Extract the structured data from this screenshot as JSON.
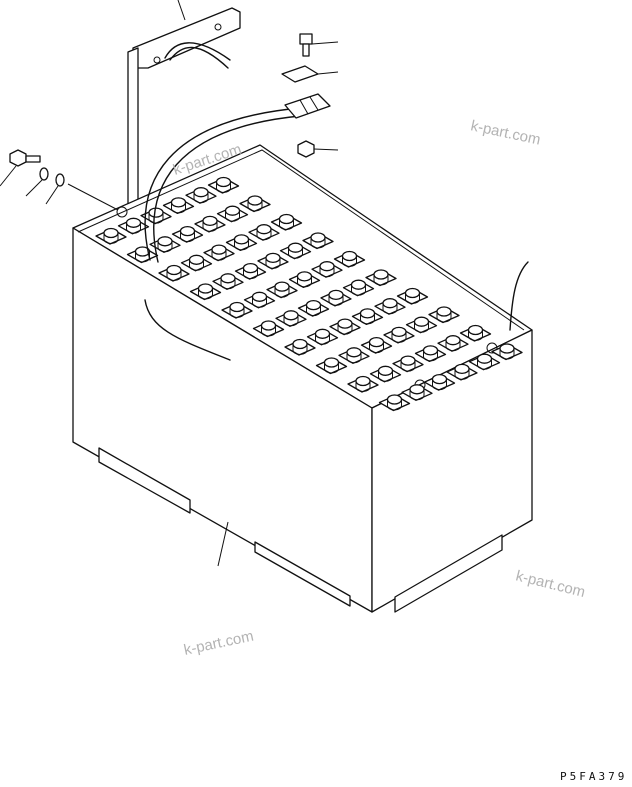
{
  "watermarks": [
    "k-part.com",
    "k-part.com",
    "k-part.com",
    "k-part.com"
  ],
  "drawing_code": "P5FA379"
}
